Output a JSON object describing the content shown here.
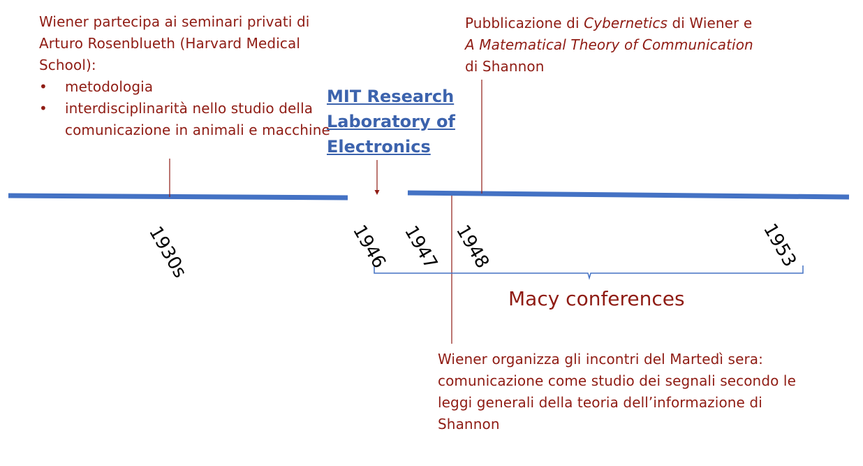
{
  "notes": {
    "thirties": {
      "intro": "Wiener partecipa ai seminari privati di Arturo Rosenblueth (Harvard Medical School):",
      "bullets": [
        "metodologia",
        "interdisciplinarità nello studio della comunicazione in animali e macchine"
      ]
    },
    "publication": {
      "prefix": "Pubblicazione di ",
      "book_wiener": "Cybernetics",
      "middle": " di Wiener e",
      "book_shannon": "A Matematical Theory of Communication",
      "suffix": "di Shannon"
    },
    "tuesday": {
      "text": "Wiener organizza gli incontri del Martedì sera: comunicazione come studio dei segnali secondo le leggi generali della teoria dell’informazione di Shannon"
    }
  },
  "mit_link": {
    "text": "MIT Research Laboratory of Electronics"
  },
  "years": {
    "y1930s": "1930s",
    "y1946": "1946",
    "y1947": "1947",
    "y1948": "1948",
    "y1953": "1953"
  },
  "macy": {
    "label": "Macy conferences"
  },
  "colors": {
    "timeline": "#4472c4",
    "annotation": "#8f1c14",
    "link": "#3c63ad",
    "brace": "#4472c4"
  }
}
